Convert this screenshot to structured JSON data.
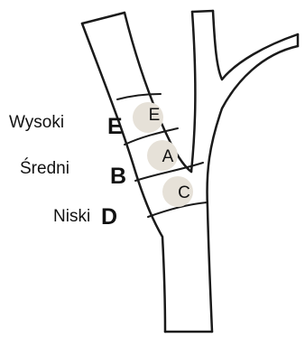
{
  "labels": {
    "high": {
      "word": "Wysoki",
      "letter": "E"
    },
    "mid": {
      "word": "Średni",
      "letter": "B"
    },
    "low": {
      "word": "Niski",
      "letter": "D"
    }
  },
  "zones": {
    "upper": "E",
    "middle": "A",
    "lower": "C"
  },
  "colors": {
    "outline": "#1a1a1a",
    "zone_fill": "#e6e1d8",
    "background": "#ffffff"
  }
}
